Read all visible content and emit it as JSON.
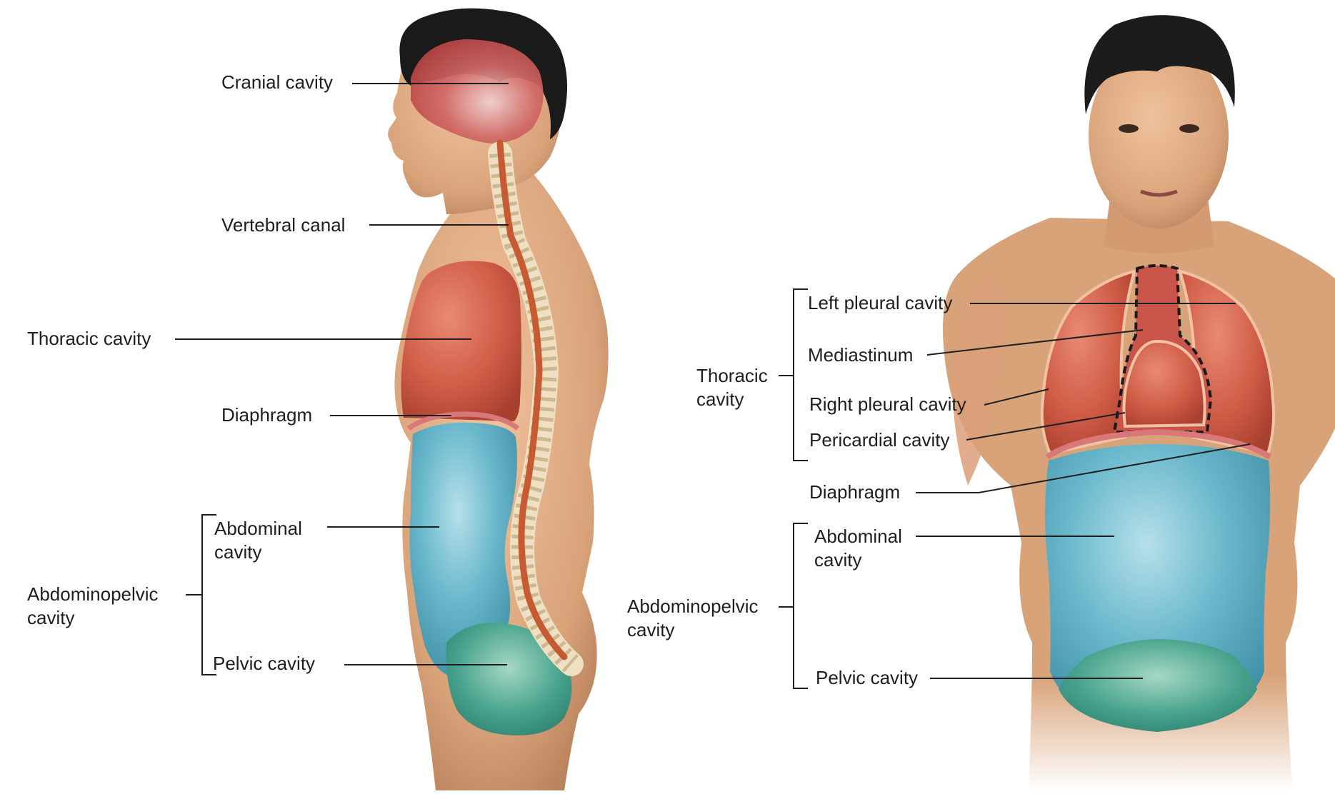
{
  "lateral": {
    "cranial": "Cranial cavity",
    "vertebral": "Vertebral canal",
    "thoracic": "Thoracic cavity",
    "diaphragm": "Diaphragm",
    "abdominal": "Abdominal\ncavity",
    "abdominopelvic": "Abdominopelvic\ncavity",
    "pelvic": "Pelvic cavity"
  },
  "anterior": {
    "left_pleural": "Left pleural cavity",
    "mediastinum": "Mediastinum",
    "thoracic": "Thoracic\ncavity",
    "right_pleural": "Right pleural cavity",
    "pericardial": "Pericardial cavity",
    "diaphragm": "Diaphragm",
    "abdominal": "Abdominal\ncavity",
    "abdominopelvic": "Abdominopelvic\ncavity",
    "pelvic": "Pelvic cavity"
  },
  "colors": {
    "skin": "#d9a37a",
    "hair": "#1a1a1a",
    "thoracic": "#cc5a47",
    "abdominal": "#5fb3c7",
    "pelvic": "#3f9f8a",
    "cranial": "#c7504f",
    "spinal_cord": "#c65a32",
    "bone": "#efe0c3"
  }
}
